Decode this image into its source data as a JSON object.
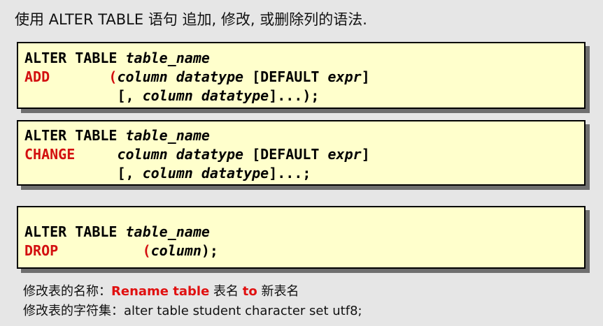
{
  "title": "使用 ALTER TABLE 语句  追加, 修改, 或删除列的语法.",
  "add_box": {
    "l1_kw": "ALTER TABLE ",
    "l1_name": "table_name",
    "l2_kw": "ADD",
    "l2_pad": "       ",
    "l2_paren": "(",
    "l2_coldt": "column datatype",
    "l2_default": " [DEFAULT ",
    "l2_expr": "expr",
    "l2_close": "]",
    "l3_pad": "           ",
    "l3_comma": "[, ",
    "l3_coldt": "column datatype",
    "l3_end": "]...);"
  },
  "change_box": {
    "l1_kw": "ALTER TABLE ",
    "l1_name": "table_name",
    "l2_kw": "CHANGE",
    "l2_pad": "     ",
    "l2_coldt": "column datatype",
    "l2_default": " [DEFAULT ",
    "l2_expr": "expr",
    "l2_close": "]",
    "l3_pad": "           ",
    "l3_comma": "[, ",
    "l3_coldt": "column datatype",
    "l3_end": "]...;"
  },
  "drop_box": {
    "l1_kw": "ALTER TABLE ",
    "l1_name": "table_name",
    "l2_kw": "DROP",
    "l2_pad": "          ",
    "l2_paren": "(",
    "l2_col": "column",
    "l2_end": ");"
  },
  "notes": {
    "rename_label": "修改表的名称：",
    "rename_cmd": "Rename table",
    "rename_old": " 表名 ",
    "rename_to": "to",
    "rename_new": " 新表名",
    "charset_label": "修改表的字符集：",
    "charset_cmd": "alter table student character set utf8;"
  }
}
